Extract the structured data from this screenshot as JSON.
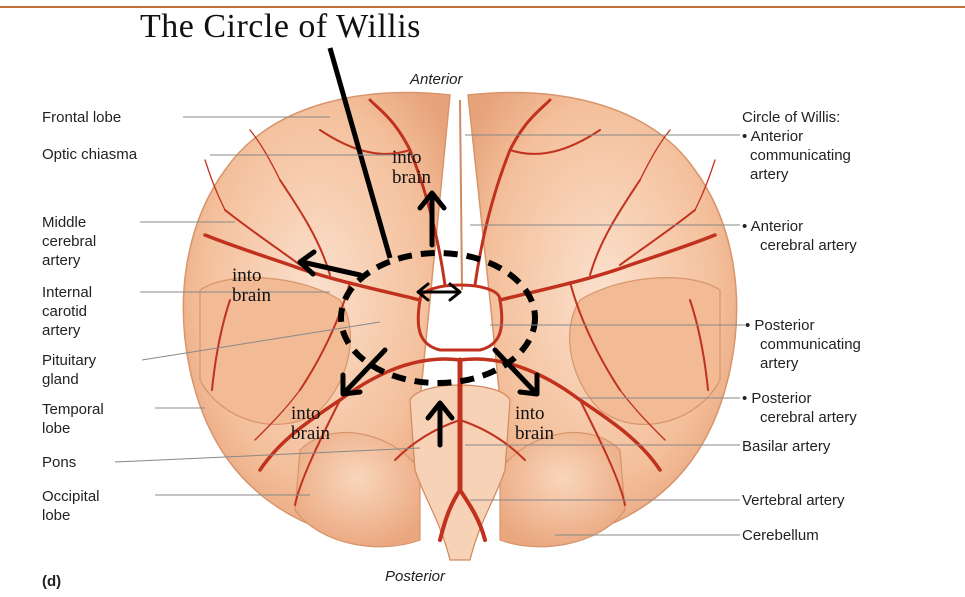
{
  "title": "The Circle of Willis",
  "orientation": {
    "top": "Anterior",
    "bottom": "Posterior"
  },
  "panel_label": "(d)",
  "left_labels": {
    "frontal_lobe": "Frontal lobe",
    "optic_chiasma": "Optic chiasma",
    "middle_cerebral_artery": [
      "Middle",
      "cerebral",
      "artery"
    ],
    "internal_carotid_artery": [
      "Internal",
      "carotid",
      "artery"
    ],
    "pituitary_gland": [
      "Pituitary",
      "gland"
    ],
    "temporal_lobe": [
      "Temporal",
      "lobe"
    ],
    "pons": "Pons",
    "occipital_lobe": [
      "Occipital",
      "lobe"
    ]
  },
  "right_labels": {
    "circle_heading": "Circle of Willis:",
    "anterior_communicating_artery": [
      "• Anterior",
      "communicating",
      "artery"
    ],
    "anterior_cerebral_artery": [
      "• Anterior",
      "cerebral artery"
    ],
    "posterior_communicating_artery": [
      "• Posterior",
      "communicating",
      "artery"
    ],
    "posterior_cerebral_artery": [
      "• Posterior",
      "cerebral artery"
    ],
    "basilar_artery": "Basilar artery",
    "vertebral_artery": "Vertebral artery",
    "cerebellum": "Cerebellum"
  },
  "annotations": {
    "into_brain_top": [
      "into",
      "brain"
    ],
    "into_brain_left": [
      "into",
      "brain"
    ],
    "into_brain_bottom_left": [
      "into",
      "brain"
    ],
    "into_brain_bottom_right": [
      "into",
      "brain"
    ]
  },
  "colors": {
    "artery": "#c0321e",
    "brain": "#f6c7a6",
    "brain_shadow": "#e9a77f",
    "accent_line": "#c0703a"
  }
}
